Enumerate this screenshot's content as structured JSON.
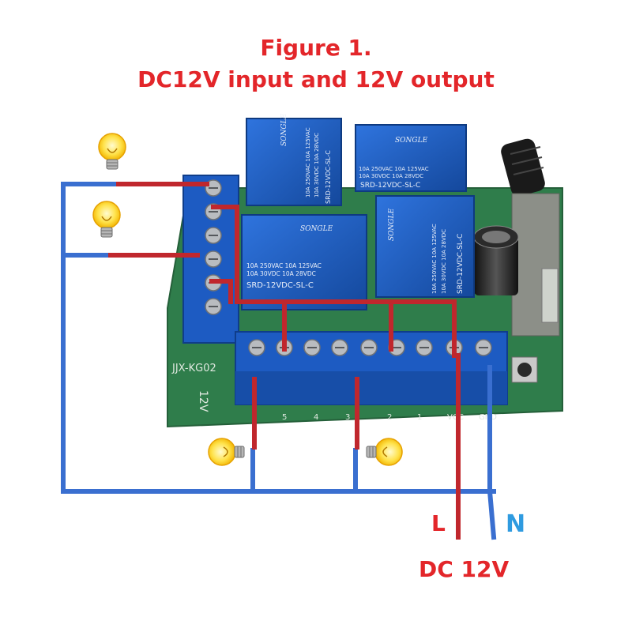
{
  "figure": {
    "title_line1": "Figure 1.",
    "title_line2": "DC12V input and 12V output"
  },
  "board": {
    "model_label": "JJX-KG02",
    "voltage_label": "12V",
    "terminal_labels": [
      "5",
      "4",
      "3",
      "2",
      "1",
      "VCC",
      "GND"
    ]
  },
  "relays": [
    {
      "brand": "SONGLE",
      "rating1": "10A 250VAC  10A 125VAC",
      "rating2": "10A  30VDC  10A  28VDC",
      "model": "SRD-12VDC-SL-C"
    },
    {
      "brand": "SONGLE",
      "rating1": "10A 250VAC  10A 125VAC",
      "rating2": "10A  30VDC  10A  28VDC",
      "model": "SRD-12VDC-SL-C"
    },
    {
      "brand": "SONGLE",
      "rating1": "10A 250VAC  10A 125VAC",
      "rating2": "10A  30VDC  10A  28VDC",
      "model": "SRD-12VDC-SL-C"
    },
    {
      "brand": "SONGLE",
      "rating1": "10A 250VAC  10A 125VAC",
      "rating2": "10A  30VDC  10A  28VDC",
      "model": "SRD-12VDC-SL-C"
    }
  ],
  "power": {
    "l_label": "L",
    "n_label": "N",
    "source_label": "DC 12V"
  },
  "colors": {
    "title": "#e3262a",
    "live_wire": "#c0272d",
    "neutral_wire": "#3a6fd0",
    "relay_body": "#1f5fc4",
    "terminal_block": "#1d5bc2",
    "pcb": "#2f7d4b",
    "n_label": "#2f9be0"
  }
}
